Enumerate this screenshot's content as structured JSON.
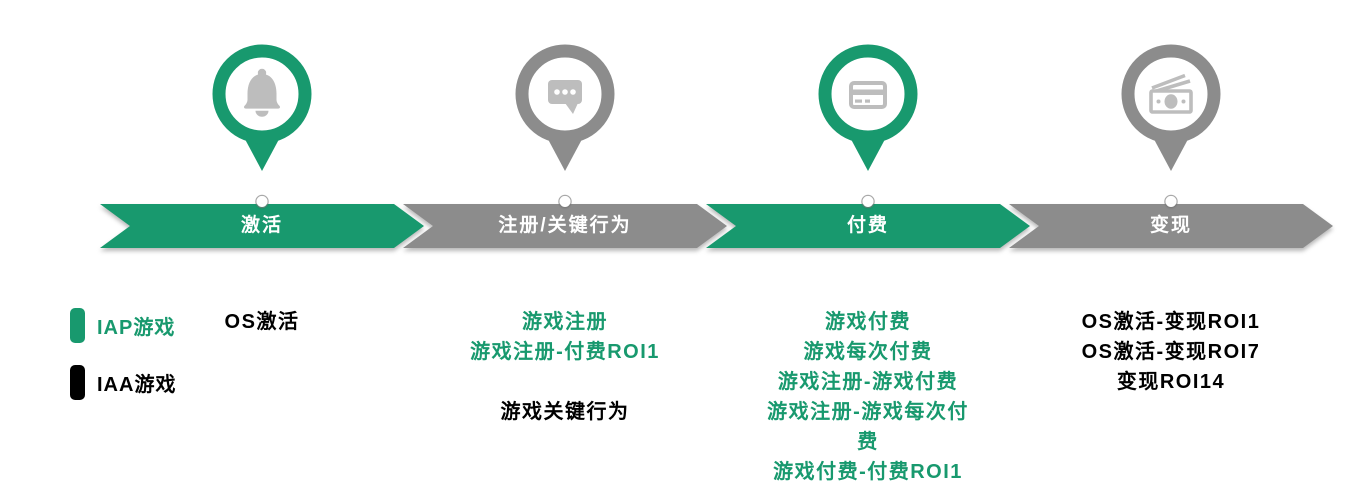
{
  "colors": {
    "green": "#18996E",
    "gray": "#8C8C8C",
    "black": "#000000",
    "icon_glyph": "#BDBDBD",
    "band_text": "#FFFFFF"
  },
  "legend": {
    "items": [
      {
        "label": "IAP游戏",
        "color": "green"
      },
      {
        "label": "IAA游戏",
        "color": "black"
      }
    ]
  },
  "stages": [
    {
      "label": "激活",
      "color": "green",
      "icon": "bell-icon",
      "items": [
        {
          "label": "OS激活",
          "color": "black"
        }
      ]
    },
    {
      "label": "注册/关键行为",
      "color": "gray",
      "icon": "chat-bubble-icon",
      "items": [
        {
          "label": "游戏注册",
          "color": "green"
        },
        {
          "label": "游戏注册-付费ROI1",
          "color": "green"
        },
        {
          "label": "",
          "color": "spacer"
        },
        {
          "label": "游戏关键行为",
          "color": "black"
        }
      ]
    },
    {
      "label": "付费",
      "color": "green",
      "icon": "credit-card-icon",
      "items": [
        {
          "label": "游戏付费",
          "color": "green"
        },
        {
          "label": "游戏每次付费",
          "color": "green"
        },
        {
          "label": "游戏注册-游戏付费",
          "color": "green"
        },
        {
          "label": "游戏注册-游戏每次付费",
          "color": "green"
        },
        {
          "label": "游戏付费-付费ROI1",
          "color": "green"
        }
      ]
    },
    {
      "label": "变现",
      "color": "gray",
      "icon": "money-icon",
      "items": [
        {
          "label": "OS激活-变现ROI1",
          "color": "black"
        },
        {
          "label": "OS激活-变现ROI7",
          "color": "black"
        },
        {
          "label": "变现ROI14",
          "color": "black"
        }
      ]
    }
  ]
}
